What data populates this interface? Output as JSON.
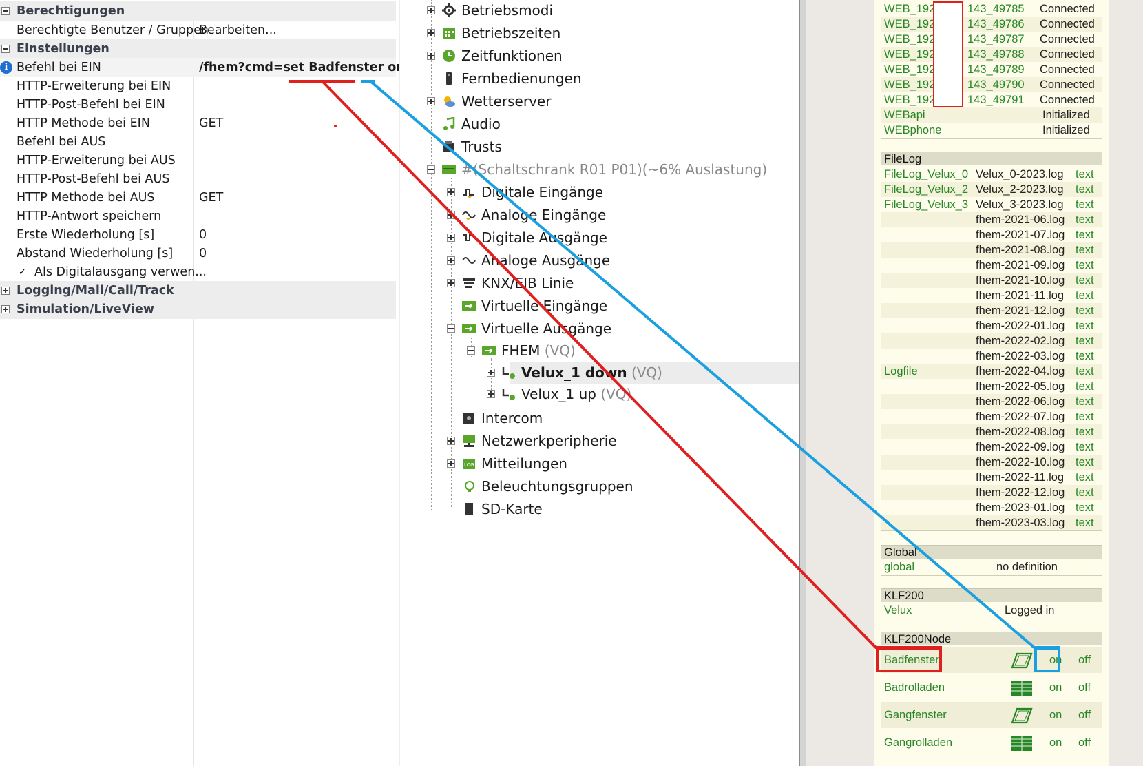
{
  "properties": {
    "cat_permissions": "Berechtigungen",
    "users_groups_label": "Berechtigte Benutzer / Gruppen",
    "users_groups_value": "Bearbeiten...",
    "cat_settings": "Einstellungen",
    "cmd_on_label": "Befehl bei EIN",
    "cmd_on_value": "/fhem?cmd=set Badfenster on  ...",
    "http_ext_on_label": "HTTP-Erweiterung bei EIN",
    "http_post_on_label": "HTTP-Post-Befehl bei EIN",
    "http_method_on_label": "HTTP Methode bei EIN",
    "http_method_on_value": "GET",
    "cmd_off_label": "Befehl bei AUS",
    "http_ext_off_label": "HTTP-Erweiterung bei AUS",
    "http_post_off_label": "HTTP-Post-Befehl bei AUS",
    "http_method_off_label": "HTTP Methode bei AUS",
    "http_method_off_value": "GET",
    "http_answer_label": "HTTP-Antwort speichern",
    "first_repeat_label": "Erste Wiederholung [s]",
    "first_repeat_value": "0",
    "repeat_interval_label": "Abstand Wiederholung [s]",
    "repeat_interval_value": "0",
    "digital_out_label": "Als Digitalausgang verwen...",
    "digital_out_checked": "✓",
    "cat_logging": "Logging/Mail/Call/Track",
    "cat_simulation": "Simulation/LiveView"
  },
  "tree": {
    "betriebsmodi": "Betriebsmodi",
    "betriebszeiten": "Betriebszeiten",
    "zeitfunktionen": "Zeitfunktionen",
    "fernbedienungen": "Fernbedienungen",
    "wetterserver": "Wetterserver",
    "audio": "Audio",
    "trusts": "Trusts",
    "schaltschrank": "#(Schaltschrank R01 P01)(~6% Auslastung)",
    "digitale_eingaenge": "Digitale Eingänge",
    "analoge_eingaenge": "Analoge Eingänge",
    "digitale_ausgaenge": "Digitale Ausgänge",
    "analoge_ausgaenge": "Analoge Ausgänge",
    "knx": "KNX/EIB Linie",
    "virtuelle_eingaenge": "Virtuelle Eingänge",
    "virtuelle_ausgaenge": "Virtuelle Ausgänge",
    "fhem": "FHEM",
    "fhem_suffix": " (VQ)",
    "velux_down": "Velux_1 down",
    "velux_down_suffix": " (VQ)",
    "velux_up": "Velux_1 up",
    "velux_up_suffix": " (VQ)",
    "intercom": "Intercom",
    "netzwerk": "Netzwerkperipherie",
    "mitteilungen": "Mitteilungen",
    "beleuchtung": "Beleuchtungsgruppen",
    "sdkarte": "SD-Karte"
  },
  "fhem": {
    "web_rows": [
      {
        "name": "WEB_192.",
        "port": "143_49785",
        "state": "Connected"
      },
      {
        "name": "WEB_192.",
        "port": "143_49786",
        "state": "Connected"
      },
      {
        "name": "WEB_192.",
        "port": "143_49787",
        "state": "Connected"
      },
      {
        "name": "WEB_192.",
        "port": "143_49788",
        "state": "Connected"
      },
      {
        "name": "WEB_192.",
        "port": "143_49789",
        "state": "Connected"
      },
      {
        "name": "WEB_192.",
        "port": "143_49790",
        "state": "Connected"
      },
      {
        "name": "WEB_192.",
        "port": "143_49791",
        "state": "Connected"
      }
    ],
    "webapi": "WEBapi",
    "webapi_state": "Initialized",
    "webphone": "WEBphone",
    "webphone_state": "Initialized",
    "filelog_header": "FileLog",
    "filelogs": [
      {
        "name": "FileLog_Velux_0",
        "file": "Velux_0-2023.log",
        "link": "text"
      },
      {
        "name": "FileLog_Velux_2",
        "file": "Velux_2-2023.log",
        "link": "text"
      },
      {
        "name": "FileLog_Velux_3",
        "file": "Velux_3-2023.log",
        "link": "text"
      }
    ],
    "logfile_label": "Logfile",
    "logfiles": [
      "fhem-2021-06.log",
      "fhem-2021-07.log",
      "fhem-2021-08.log",
      "fhem-2021-09.log",
      "fhem-2021-10.log",
      "fhem-2021-11.log",
      "fhem-2021-12.log",
      "fhem-2022-01.log",
      "fhem-2022-02.log",
      "fhem-2022-03.log",
      "fhem-2022-04.log",
      "fhem-2022-05.log",
      "fhem-2022-06.log",
      "fhem-2022-07.log",
      "fhem-2022-08.log",
      "fhem-2022-09.log",
      "fhem-2022-10.log",
      "fhem-2022-11.log",
      "fhem-2022-12.log",
      "fhem-2023-01.log",
      "fhem-2023-03.log"
    ],
    "text_link": "text",
    "global_header": "Global",
    "global_name": "global",
    "global_state": "no definition",
    "klf200_header": "KLF200",
    "klf200_name": "Velux",
    "klf200_state": "Logged in",
    "klf200node_header": "KLF200Node",
    "devices": [
      {
        "name": "Badfenster",
        "icon": "window-icon",
        "on": "on",
        "off": "off"
      },
      {
        "name": "Badrolladen",
        "icon": "shutter-icon",
        "on": "on",
        "off": "off"
      },
      {
        "name": "Gangfenster",
        "icon": "window-icon",
        "on": "on",
        "off": "off"
      },
      {
        "name": "Gangrolladen",
        "icon": "shutter-icon",
        "on": "on",
        "off": "off"
      }
    ]
  },
  "colors": {
    "fhem_green": "#278727",
    "annotation_red": "#e01f1f",
    "annotation_blue": "#1a9fe0"
  }
}
